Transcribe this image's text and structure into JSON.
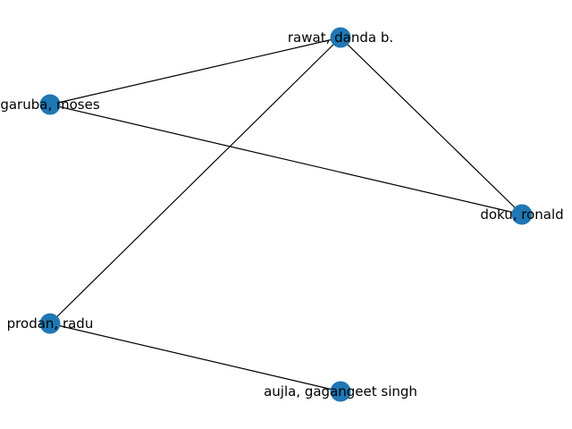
{
  "graph": {
    "node_color": "#1f77b4",
    "edge_color": "#000000",
    "label_color": "#000000",
    "nodes": [
      {
        "id": "rawat",
        "label": "rawat, danda b."
      },
      {
        "id": "garuba",
        "label": "garuba, moses"
      },
      {
        "id": "doku",
        "label": "doku, ronald"
      },
      {
        "id": "prodan",
        "label": "prodan, radu"
      },
      {
        "id": "aujla",
        "label": "aujla, gagangeet singh"
      }
    ],
    "edges": [
      {
        "source": "rawat",
        "target": "garuba"
      },
      {
        "source": "rawat",
        "target": "doku"
      },
      {
        "source": "rawat",
        "target": "prodan"
      },
      {
        "source": "garuba",
        "target": "doku"
      },
      {
        "source": "prodan",
        "target": "aujla"
      }
    ]
  }
}
